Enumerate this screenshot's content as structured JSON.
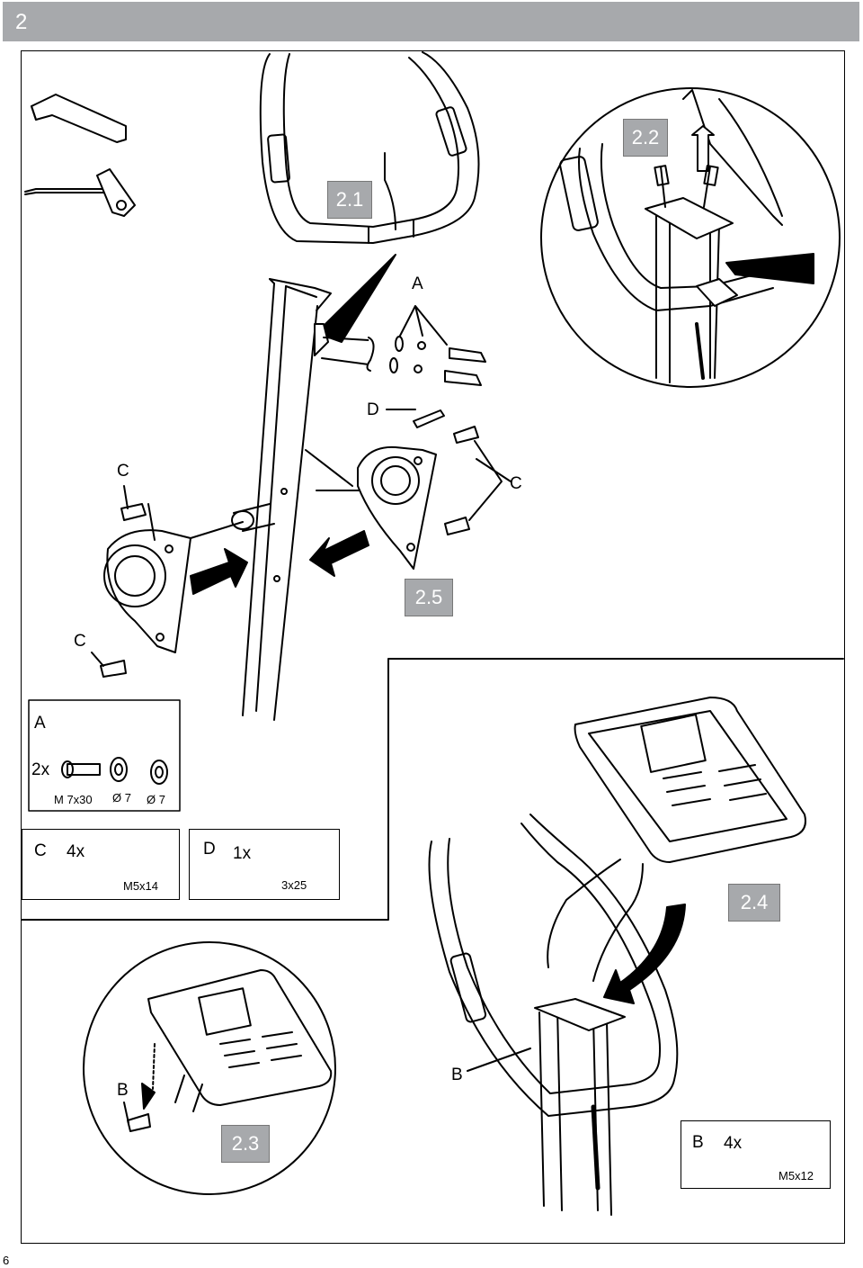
{
  "header": {
    "step_number": "2"
  },
  "steps": {
    "s21": "2.1",
    "s22": "2.2",
    "s23": "2.3",
    "s24": "2.4",
    "s25": "2.5"
  },
  "callouts": {
    "a": "A",
    "b1": "B",
    "b2": "B",
    "c1": "C",
    "c2": "C",
    "c3": "C",
    "d": "D"
  },
  "parts": {
    "a": {
      "letter": "A",
      "qty": "2x",
      "bolt": "M 7x30",
      "washer1": "Ø 7",
      "washer2": "Ø 7"
    },
    "c": {
      "letter": "C",
      "qty": "4x",
      "size": "M5x14"
    },
    "d": {
      "letter": "D",
      "qty": "1x",
      "size": "3x25"
    },
    "b": {
      "letter": "B",
      "qty": "4x",
      "size": "M5x12"
    }
  },
  "footer": {
    "page_number": "6"
  }
}
